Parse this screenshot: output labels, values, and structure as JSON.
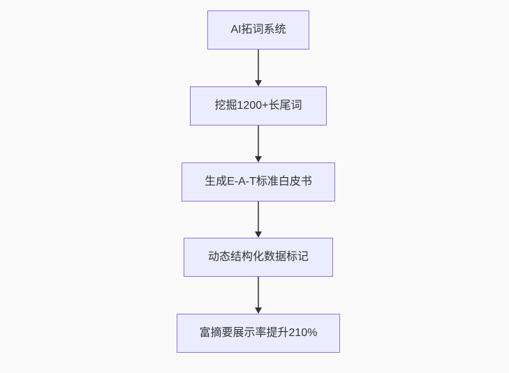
{
  "flowchart": {
    "type": "flowchart-top-down",
    "background_color": "#fafafa",
    "node_fill_color": "#ECECFF",
    "node_border_color": "#9370DB",
    "node_text_color": "#333333",
    "edge_line_color": "#5e5e5e",
    "arrowhead_color": "#333333",
    "nodes": [
      {
        "id": "step-1",
        "label": "AI拓词系统"
      },
      {
        "id": "step-2",
        "label": "挖掘1200+长尾词"
      },
      {
        "id": "step-3",
        "label": "生成E-A-T标准白皮书"
      },
      {
        "id": "step-4",
        "label": "动态结构化数据标记"
      },
      {
        "id": "step-5",
        "label": "富摘要展示率提升210%"
      }
    ],
    "edges": [
      {
        "from": "step-1",
        "to": "step-2",
        "label": ""
      },
      {
        "from": "step-2",
        "to": "step-3",
        "label": ""
      },
      {
        "from": "step-3",
        "to": "step-4",
        "label": ""
      },
      {
        "from": "step-4",
        "to": "step-5",
        "label": ""
      }
    ]
  }
}
